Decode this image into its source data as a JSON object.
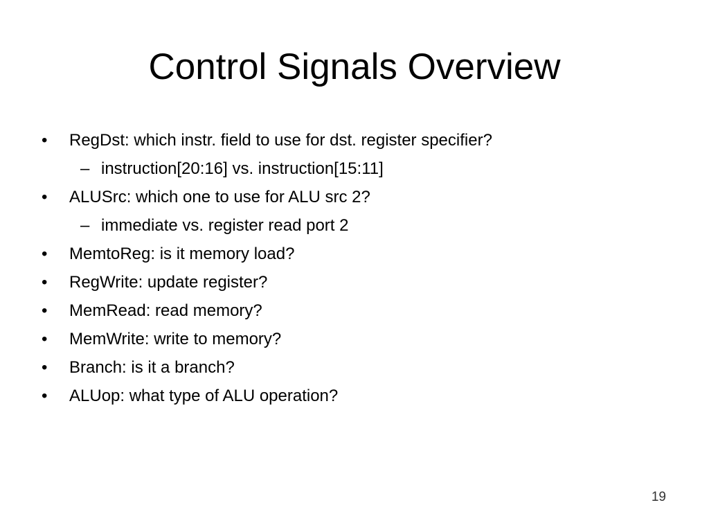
{
  "slide": {
    "title": "Control Signals Overview",
    "page_number": "19",
    "bullet_marker": "•",
    "sub_marker": "–",
    "items": [
      {
        "level": 1,
        "text": "RegDst: which instr. field to use for dst. register specifier?"
      },
      {
        "level": 2,
        "text": "instruction[20:16] vs. instruction[15:11]"
      },
      {
        "level": 1,
        "text": "ALUSrc: which one to use for ALU src 2?"
      },
      {
        "level": 2,
        "text": "immediate vs. register read port 2"
      },
      {
        "level": 1,
        "text": "MemtoReg: is it memory load?"
      },
      {
        "level": 1,
        "text": "RegWrite: update register?"
      },
      {
        "level": 1,
        "text": "MemRead: read memory?"
      },
      {
        "level": 1,
        "text": "MemWrite: write to memory?"
      },
      {
        "level": 1,
        "text": "Branch: is it a branch?"
      },
      {
        "level": 1,
        "text": "ALUop: what type of ALU operation?"
      }
    ]
  }
}
